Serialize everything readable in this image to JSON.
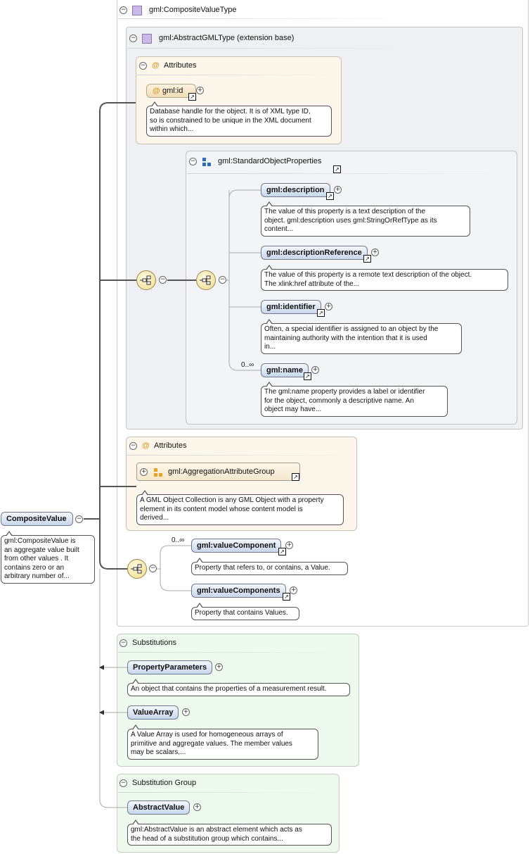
{
  "colors": {
    "pill_fill": "#c8d7ee",
    "attr_fill": "#fdf6ea",
    "subst_fill": "#eefaee",
    "line": "#555555",
    "attr_icon": "#d59a28",
    "group_icon": "#2f6db5"
  },
  "root": {
    "name": "CompositeValue",
    "doc": [
      "gml:CompositeValue is",
      "an aggregate value built",
      "from other values . It",
      "contains zero or an",
      "arbitrary number of..."
    ]
  },
  "type": {
    "title": "gml:CompositeValueType",
    "base_title": "gml:AbstractGMLType (extension base)"
  },
  "attributes_1": {
    "title": "Attributes",
    "at_symbol": "@",
    "id": {
      "name": "gml:id",
      "doc": [
        "Database handle for the object. It is of XML type ID,",
        "so is constrained to be unique in the XML document",
        "within which..."
      ]
    }
  },
  "std_props": {
    "title": "gml:StandardObjectProperties",
    "items": [
      {
        "name": "gml:description",
        "cardinality": "",
        "doc": [
          "The value of this property is a text description of the",
          "object. gml:description uses gml:StringOrRefType as its",
          "content..."
        ]
      },
      {
        "name": "gml:descriptionReference",
        "cardinality": "",
        "doc": [
          "The value of this property is a remote text description of the object.",
          "The xlink:href attribute of the..."
        ]
      },
      {
        "name": "gml:identifier",
        "cardinality": "",
        "doc": [
          "Often, a special identifier is assigned to an object by the",
          "maintaining authority with the intention that it is used",
          "in..."
        ]
      },
      {
        "name": "gml:name",
        "cardinality": "0..∞",
        "doc": [
          "The gml:name property provides a label or identifier",
          "for the object, commonly a descriptive name. An",
          "object may have..."
        ]
      }
    ]
  },
  "attributes_2": {
    "title": "Attributes",
    "at_symbol": "@",
    "group": {
      "name": "gml:AggregationAttributeGroup",
      "doc": [
        "A GML Object Collection is any GML Object with a property",
        "element in its content model whose content model is",
        "derived..."
      ]
    }
  },
  "components": {
    "items": [
      {
        "name": "gml:valueComponent",
        "cardinality": "0..∞",
        "doc": [
          "Property that refers to, or contains, a Value."
        ]
      },
      {
        "name": "gml:valueComponents",
        "cardinality": "",
        "doc": [
          "Property that contains Values."
        ]
      }
    ]
  },
  "substitutions": {
    "title": "Substitutions",
    "items": [
      {
        "name": "PropertyParameters",
        "doc": [
          "An object that contains the properties of a measurement result."
        ]
      },
      {
        "name": "ValueArray",
        "doc": [
          "A Value Array is used for homogeneous arrays of",
          "primitive and aggregate values. The member values",
          "may be scalars,..."
        ]
      }
    ]
  },
  "substitution_group": {
    "title": "Substitution Group",
    "item": {
      "name": "AbstractValue",
      "doc": [
        "gml:AbstractValue is an abstract element which acts as",
        "the head of a substitution group which contains..."
      ]
    }
  },
  "glyphs": {
    "minus": "−",
    "plus": "+",
    "ref_arrow": "↗",
    "arrow_left": "◀"
  }
}
